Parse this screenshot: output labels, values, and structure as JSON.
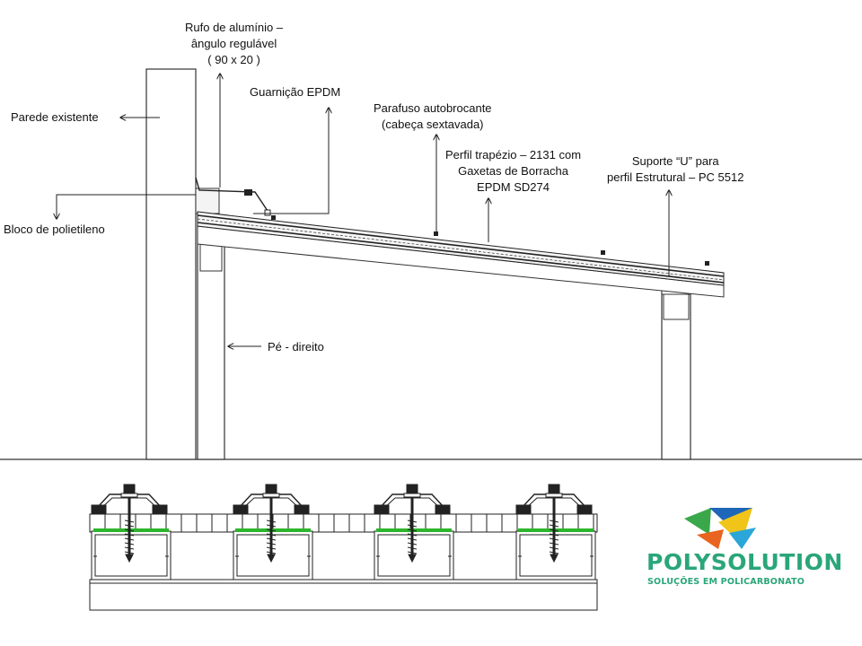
{
  "labels": {
    "rufo": [
      "Rufo de alumínio –",
      "ângulo regulável",
      "( 90 x 20 )"
    ],
    "guarnicao": "Guarnição  EPDM",
    "parafuso": [
      "Parafuso  autobrocante",
      "(cabeça sextavada)"
    ],
    "parede": "Parede existente",
    "perfil": [
      "Perfil trapézio  – 2131 com",
      "Gaxetas  de Borracha",
      "EPDM  SD274"
    ],
    "suporte": [
      "Suporte  “U”  para",
      "perfil Estrutural – PC  5512"
    ],
    "bloco": "Bloco  de polietileno",
    "pe": "Pé - direito"
  },
  "logo": {
    "brand": "POLYSOLUTION",
    "tagline": "SOLUÇÕES EM POLICARBONATO",
    "color": "#2aa67a"
  },
  "colors": {
    "line": "#222222",
    "gasket": "#2db52d"
  }
}
